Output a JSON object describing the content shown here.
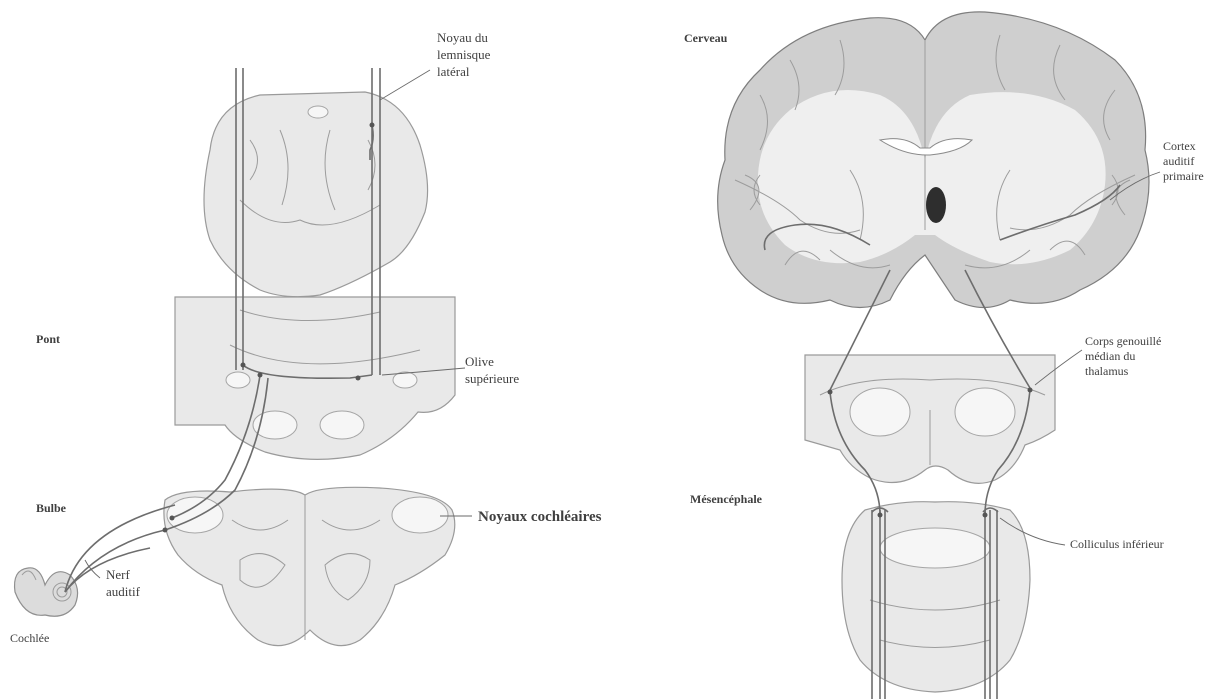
{
  "left_panel": {
    "labels": {
      "noyau_lemnisque": [
        "Noyau du",
        "lemnisque",
        "latéral"
      ],
      "pont": "Pont",
      "olive": [
        "Olive",
        "supérieure"
      ],
      "bulbe": "Bulbe",
      "noyaux_cochleaires": "Noyaux cochléaires",
      "nerf_auditif": [
        "Nerf",
        "auditif"
      ],
      "cochlee": "Cochlée"
    }
  },
  "right_panel": {
    "labels": {
      "cerveau": "Cerveau",
      "cortex": [
        "Cortex",
        "auditif",
        "primaire"
      ],
      "corps_genouille": [
        "Corps genouillé",
        "médian du",
        "thalamus"
      ],
      "mesencephale": "Mésencéphale",
      "colliculus": "Colliculus inférieur"
    }
  },
  "colors": {
    "section_fill": "#e9e9e9",
    "tract": "#6d6d6d",
    "text": "#3f3f3f"
  }
}
